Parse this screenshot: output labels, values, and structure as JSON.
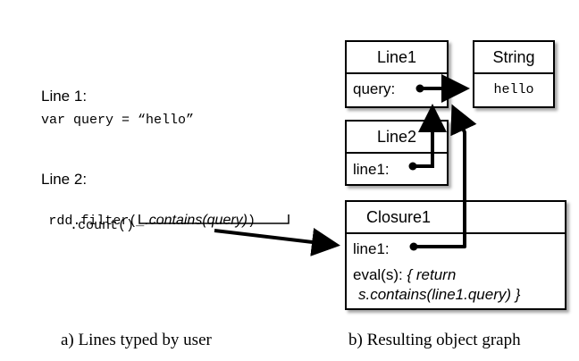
{
  "left": {
    "line1_label": "Line 1:",
    "line1_code": "var query = “hello”",
    "line2_label": "Line 2:",
    "line2_code_prefix": "rdd.filter(",
    "line2_code_italic": "_.contains(query)",
    "line2_code_suffix": ")",
    "line2_code_cont": ".count()"
  },
  "boxes": {
    "line1": {
      "title": "Line1",
      "field": "query:"
    },
    "string": {
      "title": "String",
      "value": "hello"
    },
    "line2": {
      "title": "Line2",
      "field": "line1:"
    },
    "closure1": {
      "title": "Closure1",
      "field": "line1:",
      "eval_label": "eval(s):",
      "eval_code_1": "{ return",
      "eval_code_2": "s.contains(line1.query) }"
    }
  },
  "captions": {
    "left": "a) Lines typed by user",
    "right": "b) Resulting object graph"
  }
}
